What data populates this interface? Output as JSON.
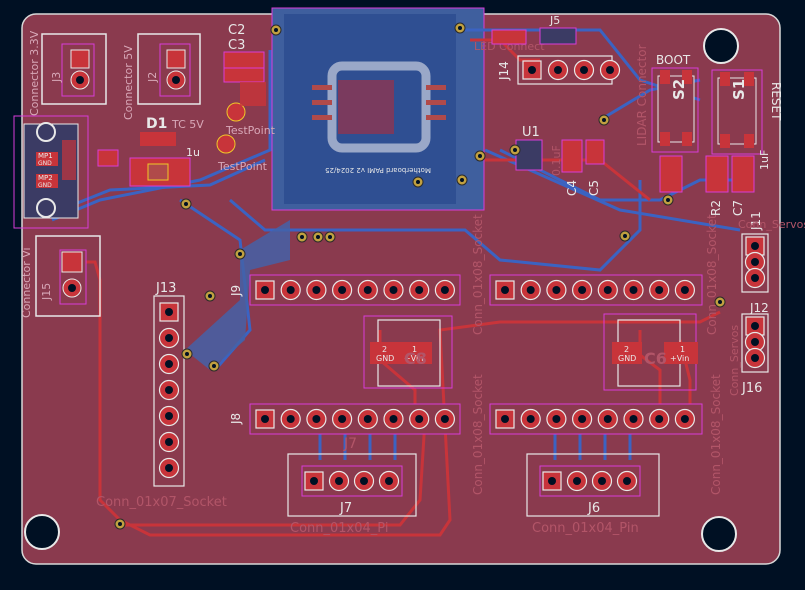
{
  "colors": {
    "background": "#001023",
    "board": "#8a3a4e",
    "copper_front": "#c8343a",
    "copper_back": "#3b63c2",
    "silkscreen": "#e8e8e8",
    "silk_back": "#b25568",
    "courtyard": "#d83cd8",
    "edge": "#d8d8d8",
    "highlight": "#f0c828"
  },
  "labels": {
    "connector_3v3": "Connector 3.3V",
    "j3": "J3",
    "connector_5v": "Connector 5V",
    "j2": "J2",
    "c2": "C2",
    "c3": "C3",
    "d1": "D1",
    "tcs5v": "TC 5V",
    "test_point": "TestPoint",
    "c1u": "1u",
    "mp1": "MP1",
    "mp2": "MP2",
    "gnd": "GND",
    "connector_vin": "Connector Vi",
    "j15": "J15",
    "j13": "J13",
    "socket7": "Conn_01x07_Socket",
    "j7": "J7",
    "j7_bottom": "J7",
    "pin4_left": "Conn_01x04_Pi",
    "j6": "J6",
    "pin4_right": "Conn_01x04_Pin",
    "j8": "J8",
    "j9": "J9",
    "socket8_a": "Conn_01x08_Socket",
    "socket8_b": "Conn_01x08_Socket",
    "socket8_c": "Conn_01x08_Socket",
    "socket8_d": "Conn_01x08_Socket",
    "j14": "J14",
    "led_conn": "LED Connect",
    "j5": "J5",
    "lidar": "LIDAR Connector",
    "boot": "BOOT",
    "reset": "RESET",
    "s2": "S2",
    "s1": "S1",
    "u1": "U1",
    "c01uf": "0.1uF",
    "c1uf": "1uF",
    "c4": "C4",
    "c5": "C5",
    "r2": "R2",
    "c7": "C7",
    "j11": "J11",
    "j12": "J12",
    "j16": "J16",
    "conn_servos": "Conn_Servos",
    "conn_servos2": "Conn_Servos",
    "c6": "C6",
    "c8": "C8",
    "pad_gnd": "GND",
    "pad_vin": "+Vin",
    "pad_2": "2",
    "pad_1": "1",
    "module_text": "Motherboard PAMI v2 2024/25"
  }
}
